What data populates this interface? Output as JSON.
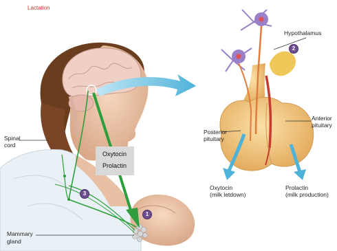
{
  "header": {
    "title": "Lactation"
  },
  "labels": {
    "hypothalamus": "Hypothalamus",
    "posterior_pituitary": [
      "Posterior",
      "pituitary"
    ],
    "anterior_pituitary": [
      "Anterior",
      "pituitary"
    ],
    "spinal_cord": [
      "Spinal",
      "cord"
    ],
    "mammary_gland": [
      "Mammary",
      "gland"
    ],
    "oxytocin_output": [
      "Oxytocin",
      "(milk letdown)"
    ],
    "prolactin_output": [
      "Prolactin",
      "(milk production)"
    ]
  },
  "hormone_box": {
    "line1": "Oxytocin",
    "line2": "Prolactin"
  },
  "steps": [
    "1",
    "2",
    "3"
  ],
  "colors": {
    "hormone_arrow": "#4fb3d9",
    "neural_pathway": "#2e9e3c",
    "step_badge": "#6d4c8f",
    "pituitary": "#f0c27a",
    "neuron": "#9a7fc9",
    "header_text": "#c0392b"
  }
}
